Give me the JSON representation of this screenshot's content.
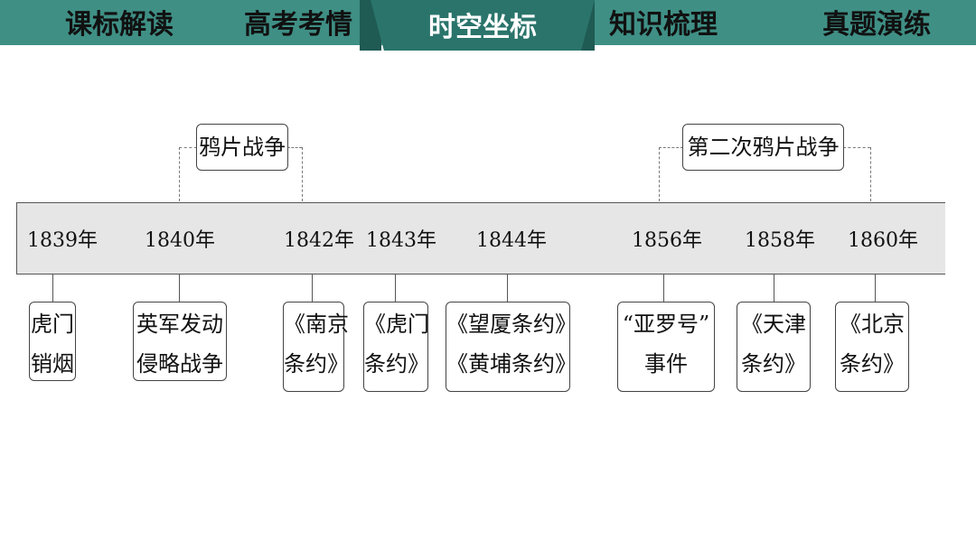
{
  "tabs": [
    "课标解读",
    "高考考情",
    "时空坐标",
    "知识梳理",
    "真题演练"
  ],
  "active_tab": "时空坐标",
  "wars": [
    {
      "name": "鸦片战争"
    },
    {
      "name": "第二次鸦片战争"
    }
  ],
  "timeline": [
    {
      "year": "1839年",
      "lines": [
        "虎门",
        "销烟"
      ]
    },
    {
      "year": "1840年",
      "lines": [
        "英军发动",
        "侵略战争"
      ]
    },
    {
      "year": "1842年",
      "lines": [
        "《南京",
        "条约》"
      ]
    },
    {
      "year": "1843年",
      "lines": [
        "《虎门",
        "条约》"
      ]
    },
    {
      "year": "1844年",
      "lines": [
        "《望厦条约》",
        "《黄埔条约》"
      ]
    },
    {
      "year": "1856年",
      "lines": [
        "“亚罗号”",
        "事件"
      ]
    },
    {
      "year": "1858年",
      "lines": [
        "《天津",
        "条约》"
      ]
    },
    {
      "year": "1860年",
      "lines": [
        "《北京",
        "条约》"
      ]
    }
  ],
  "colors": {
    "tabbar": "#3f8f85",
    "active_tab": "#2a746b",
    "band": "#e6e6e6"
  }
}
